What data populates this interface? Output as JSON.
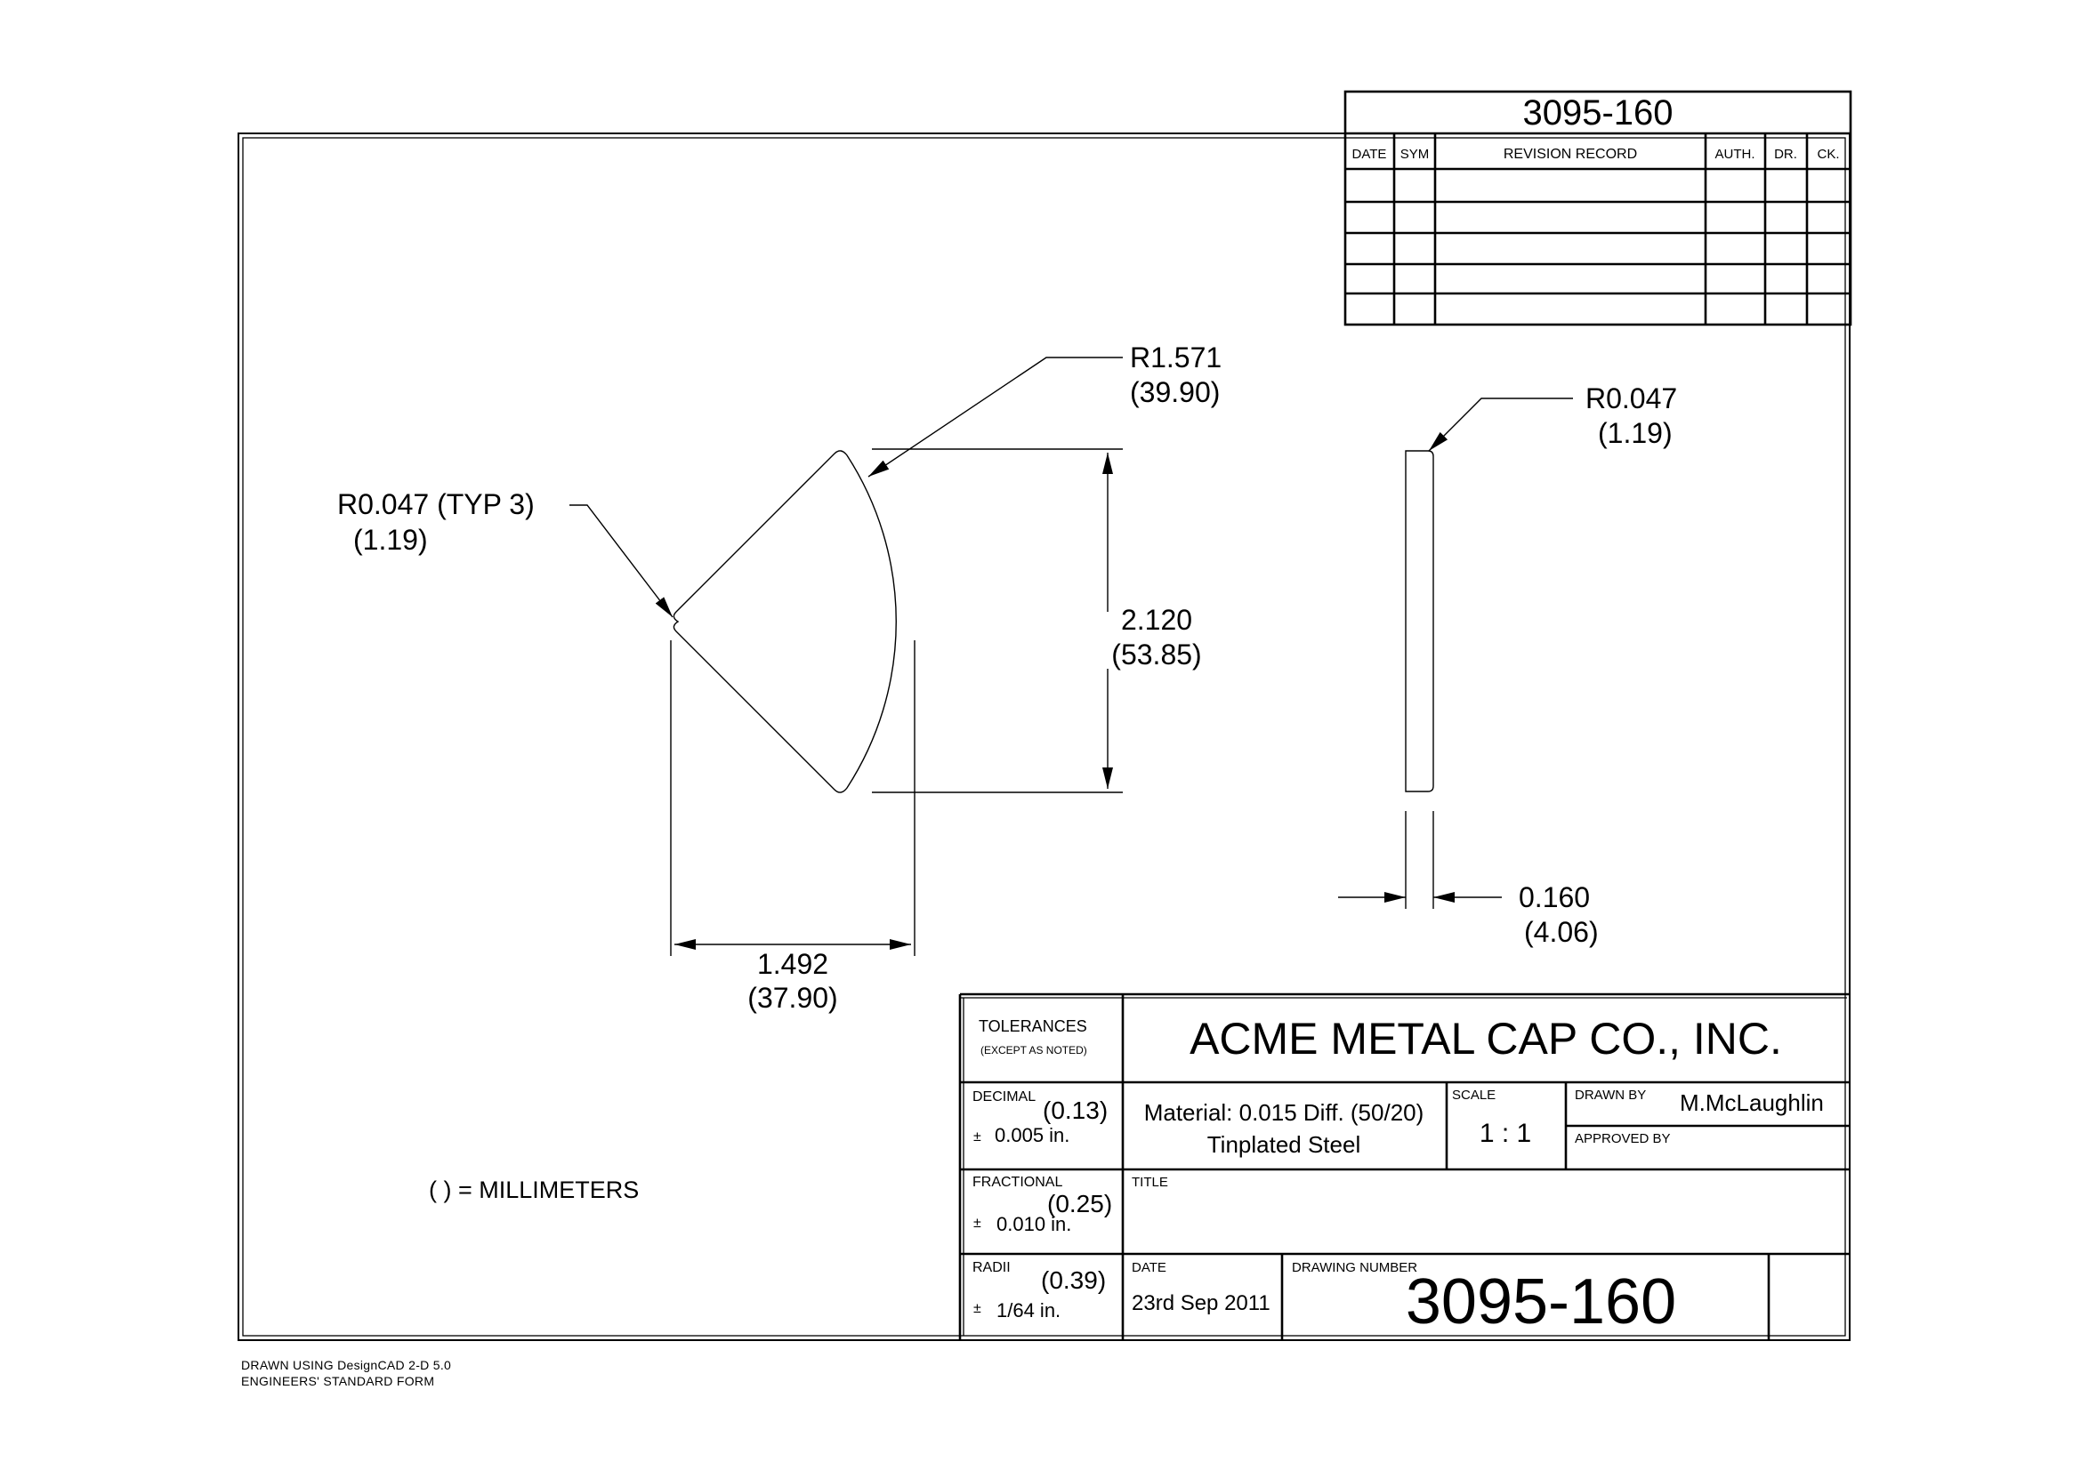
{
  "revision_block": {
    "number": "3095-160",
    "headers": [
      "DATE",
      "SYM",
      "REVISION RECORD",
      "AUTH.",
      "DR.",
      "CK."
    ]
  },
  "dimensions": {
    "arc_radius": "R1.571",
    "arc_radius_mm": "(39.90)",
    "corner_radius": "R0.047 (TYP 3)",
    "corner_radius_mm": "(1.19)",
    "height": "2.120",
    "height_mm": "(53.85)",
    "width": "1.492",
    "width_mm": "(37.90)",
    "side_radius": "R0.047",
    "side_radius_mm": "(1.19)",
    "thickness": "0.160",
    "thickness_mm": "(4.06)"
  },
  "note_mm": "( ) = MILLIMETERS",
  "title_block": {
    "tolerances_label": "TOLERANCES",
    "tolerances_sub": "(EXCEPT AS NOTED)",
    "company": "ACME METAL CAP CO., INC.",
    "decimal_label": "DECIMAL",
    "decimal_mm": "(0.13)",
    "decimal_pm": "±",
    "decimal_value": "0.005 in.",
    "material_line1": "Material: 0.015 Diff. (50/20)",
    "material_line2": "Tinplated Steel",
    "scale_label": "SCALE",
    "scale_value": "1 : 1",
    "drawn_by_label": "DRAWN BY",
    "drawn_by_value": "M.McLaughlin",
    "approved_by_label": "APPROVED BY",
    "fractional_label": "FRACTIONAL",
    "fractional_mm": "(0.25)",
    "fractional_pm": "±",
    "fractional_value": "0.010 in.",
    "title_label": "TITLE",
    "radii_label": "RADII",
    "radii_mm": "(0.39)",
    "radii_pm": "±",
    "radii_value": "1/64 in.",
    "date_label": "DATE",
    "date_value": "23rd Sep 2011",
    "drawing_number_label": "DRAWING NUMBER",
    "drawing_number": "3095-160"
  },
  "footer": {
    "line1": "DRAWN USING DesignCAD 2-D 5.0",
    "line2": "ENGINEERS' STANDARD FORM"
  }
}
